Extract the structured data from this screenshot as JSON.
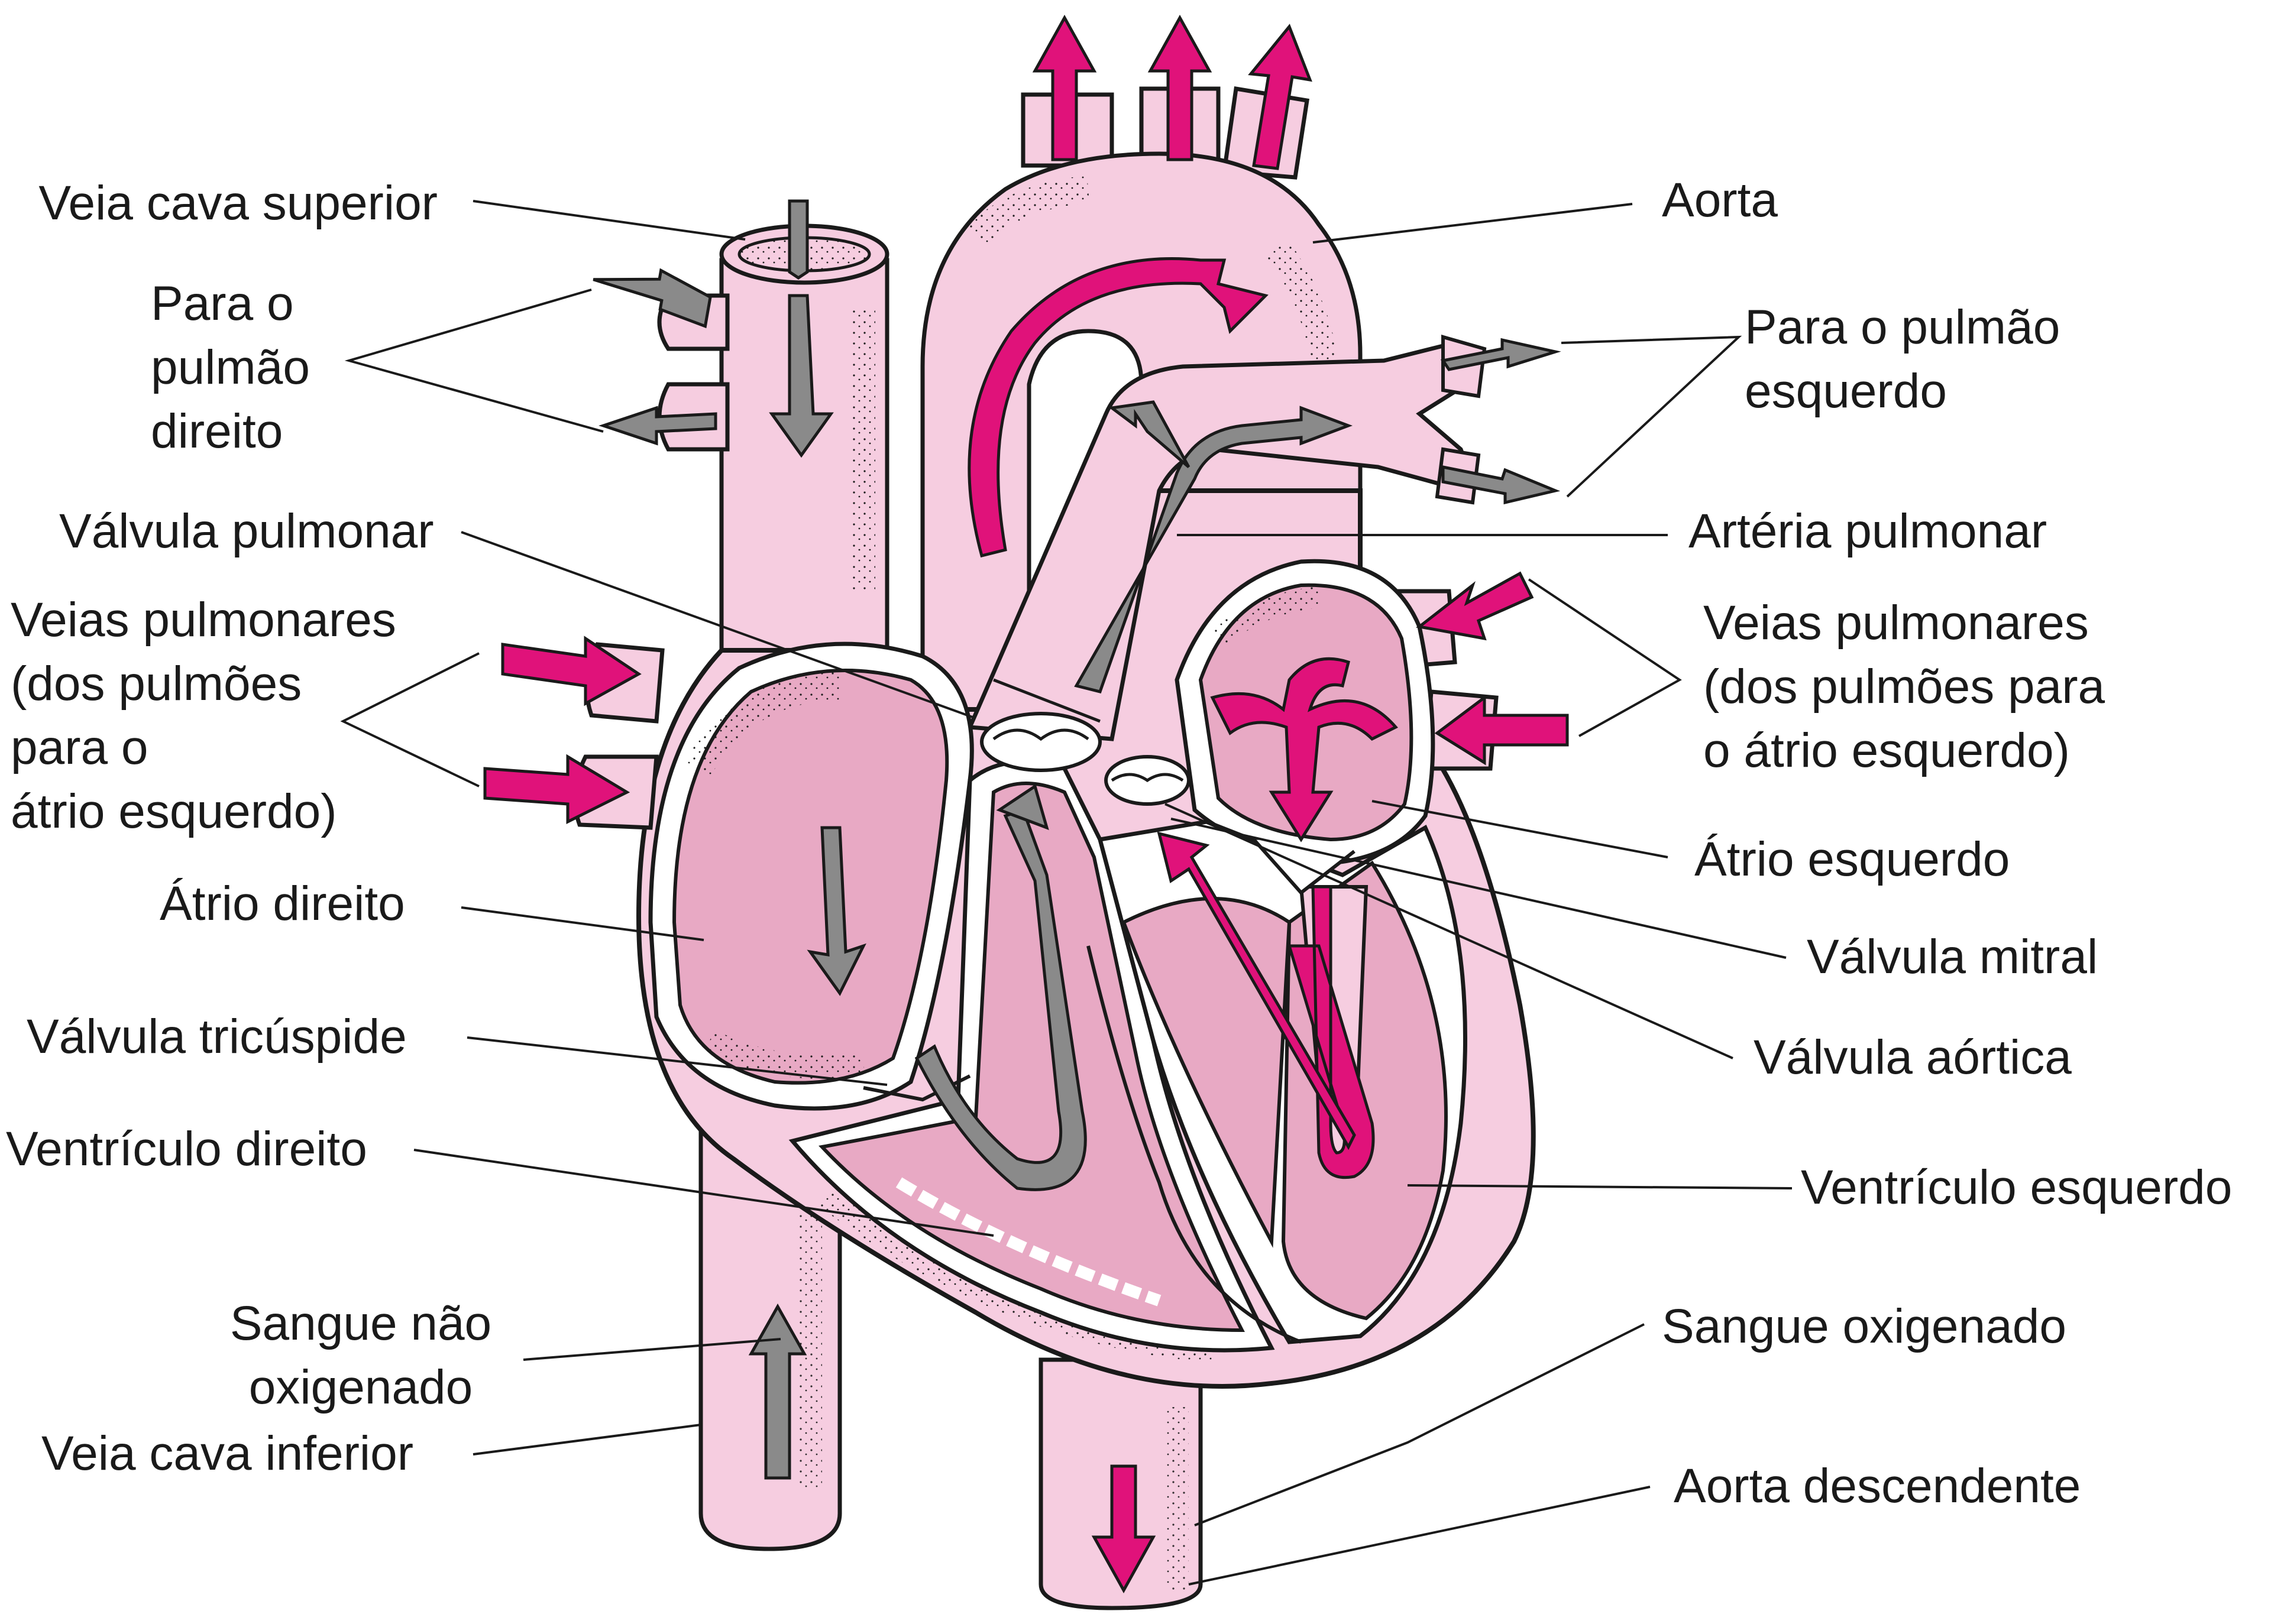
{
  "diagram": {
    "colors": {
      "tissue": "#f6cde0",
      "chamber": "#e8a9c4",
      "outline": "#1a1a1a",
      "oxygenated": "#e0127a",
      "deoxygenated": "#8a8a8a",
      "valve": "#ffffff"
    },
    "labels_left": {
      "veia_cava_superior": "Veia cava superior",
      "pulmao_direito": "Para o\npulmão\ndireito",
      "valvula_pulmonar": "Válvula pulmonar",
      "veias_pulmonares_esq": "Veias pulmonares\n(dos pulmões\npara o\nátrio esquerdo)",
      "atrio_direito": "Átrio direito",
      "valvula_tricuspide": "Válvula tricúspide",
      "ventriculo_direito": "Ventrículo direito",
      "sangue_nao_oxigenado": "Sangue não\noxigenado",
      "veia_cava_inferior": "Veia cava inferior"
    },
    "labels_right": {
      "aorta": "Aorta",
      "pulmao_esquerdo": "Para o pulmão\nesquerdo",
      "arteria_pulmonar": "Artéria pulmonar",
      "veias_pulmonares_dir": "Veias pulmonares\n(dos pulmões para\no átrio esquerdo)",
      "atrio_esquerdo": "Átrio esquerdo",
      "valvula_mitral": "Válvula mitral",
      "valvula_aortica": "Válvula aórtica",
      "ventriculo_esquerdo": "Ventrículo esquerdo",
      "sangue_oxigenado": "Sangue oxigenado",
      "aorta_descendente": "Aorta descendente"
    }
  }
}
